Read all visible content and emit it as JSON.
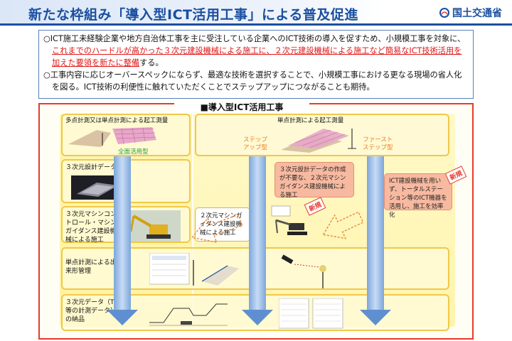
{
  "header": {
    "title": "新たな枠組み「導入型ICT活用工事」による普及促進",
    "org": "国土交通省"
  },
  "intro": {
    "p1_a": "○ICT施工未経験企業や地方自治体工事を主に受注している企業へのICT技術の導入を促すため、小規模工事を対象に、",
    "p1_red": "これまでのハードルが高かった３次元建設機械による施工に、２次元建設機械による施工など簡易なICT技術活用を加えた要領を新たに整備",
    "p1_b": "する。",
    "p2": "○工事内容に応じオーバースペックにならず、最適な技術を選択することで、小規模工事における更なる現場の省人化を図る。ICT技術の利便性に触れていただくことでステップアップにつながることも期待。"
  },
  "diagram": {
    "title": "■導入型ICT活用工事",
    "col_left_header": "多点計測又は単点計測による起工測量",
    "col_left_sub": "全面活用型",
    "col_right_header": "単点計測による起工測量",
    "step_up": "ステップ\nアップ型",
    "first_step": "ファースト\nステップ型",
    "row2": "３次元設計データ作成",
    "row3": "３次元マシンコントロール・マシンガイダンス建設機械による施工",
    "row3_mid": "２次元マシンガイダンス建設機械による施工",
    "row4": "単点計測による出来形管理",
    "row5": "３次元データ（TS等の計測データ）の納品",
    "callout1": "３次元設計データの作成が不要な、２次元マシンガイダンス建設機械による施工",
    "callout2": "ICT建設機械を用いず、トータルステーション等のICT機器を活用し、施工を効率化",
    "badge": "新規"
  }
}
